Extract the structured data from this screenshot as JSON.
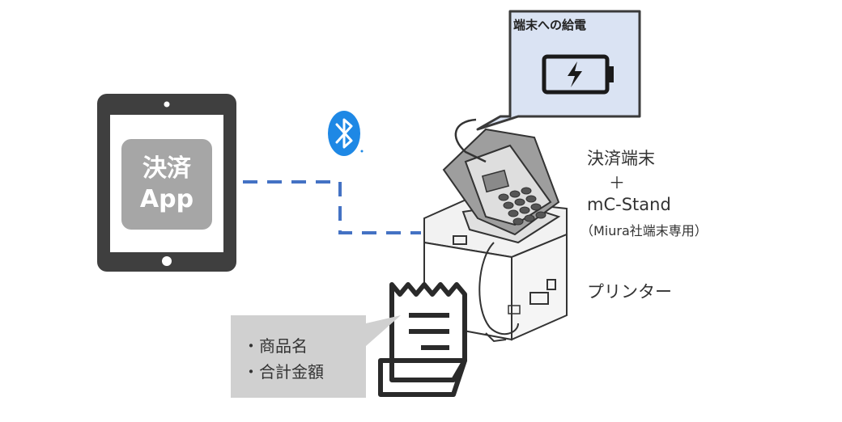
{
  "tablet": {
    "app_line1": "決済",
    "app_line2": "App"
  },
  "callout": {
    "title": "端末への給電"
  },
  "device": {
    "terminal": "決済端末",
    "plus": "＋",
    "stand": "mC-Stand",
    "stand_note": "（Miura社端末専用）",
    "printer": "プリンター"
  },
  "receipt_info": {
    "line1": "・商品名",
    "line2": "・合計金額"
  },
  "icons": [
    "tablet-icon",
    "bluetooth-icon",
    "battery-charging-icon",
    "payment-terminal-icon",
    "printer-icon",
    "receipt-icon"
  ],
  "colors": {
    "tablet": "#3f3f3f",
    "app_tile": "#a6a6a6",
    "bluetooth": "#1e88e5",
    "connection_line": "#4472c4",
    "callout_fill": "#dae3f3",
    "info_box": "#d0d0d0"
  }
}
